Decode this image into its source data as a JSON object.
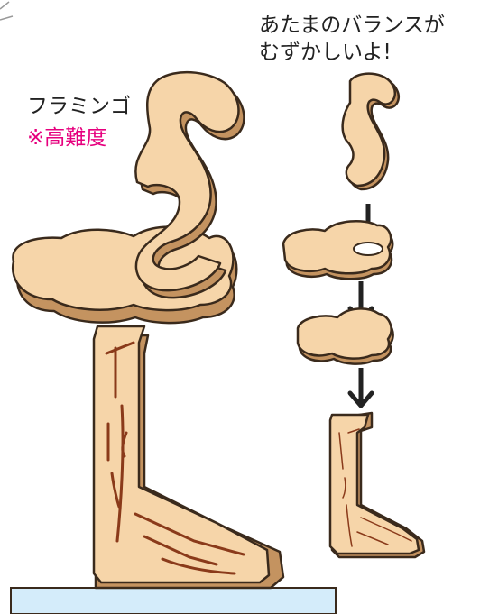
{
  "product": {
    "name": "フラミンゴ",
    "difficulty_label": "※高難度"
  },
  "assembly_note": {
    "line1": "あたまのバランスが",
    "line2": "むずかしいよ!"
  },
  "colors": {
    "wood_face": "#f6d5a9",
    "wood_edge": "#c49360",
    "outline": "#3a2a1c",
    "grain": "#8a3a1a",
    "accent_pink": "#e6007e",
    "floor": "#d4ecfa",
    "arrow": "#222222"
  },
  "steps": [
    {
      "part": "head-piece"
    },
    {
      "part": "body-piece"
    },
    {
      "part": "tail-piece"
    },
    {
      "part": "leg-stand-piece"
    }
  ]
}
